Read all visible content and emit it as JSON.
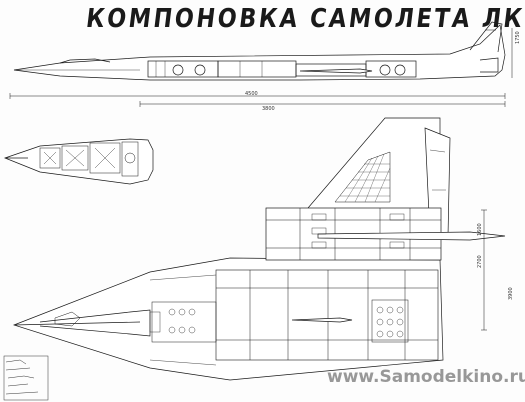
{
  "drawing": {
    "title": "КОМПОНОВКА САМОЛЕТА ЛК",
    "dimensions": {
      "overall_length": "4500",
      "inner_length": "3800",
      "height_side": "1750",
      "span_right_upper": "1600",
      "span_right_mid": "2700",
      "span_right_lower": "3900"
    },
    "watermark": "www.Samodelkino.ru"
  },
  "colors": {
    "ink": "#1a1a1a",
    "fill": "#ffffff"
  }
}
